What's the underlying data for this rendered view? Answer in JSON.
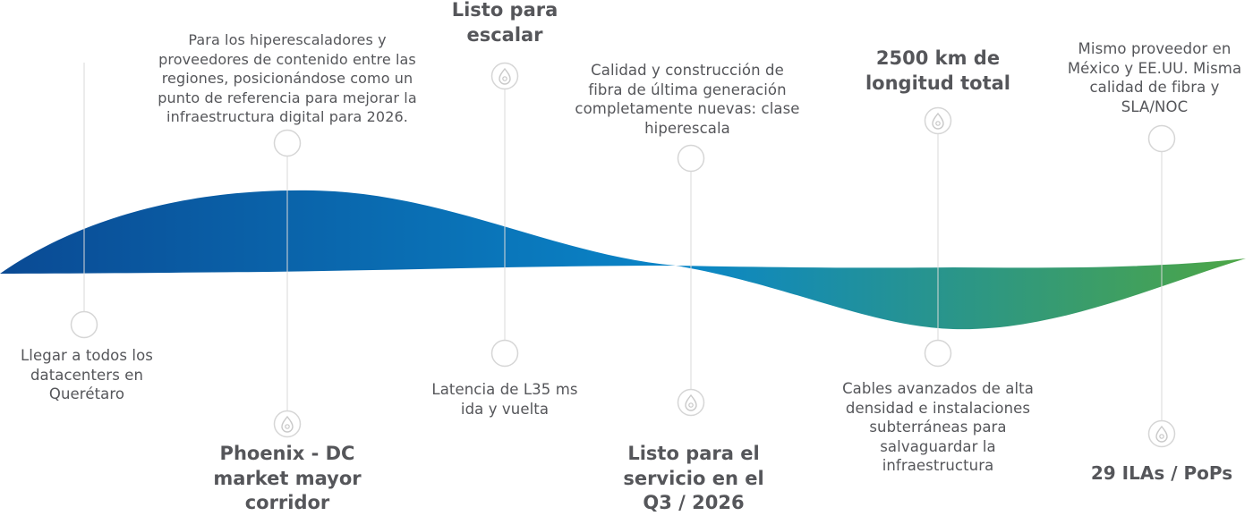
{
  "colors": {
    "wave_start": "#0a4a94",
    "wave_mid": "#0a86c8",
    "wave_end": "#4da645",
    "text": "#55565a",
    "marker_ring": "#d6d6d6",
    "guide_line": "#d9d9d9"
  },
  "milestones": [
    {
      "id": "queretaro",
      "text": "Llegar a todos los\ndatacenters en\nQuerétaro",
      "icon": "circle"
    },
    {
      "id": "phoenix",
      "text": "Phoenix - DC\nmarket mayor\ncorridor",
      "icon": "drop-icon"
    },
    {
      "id": "hyperscalers",
      "text": "Para los hiperescaladores y\nproveedores de contenido entre las\nregiones, posicionándose como un\npunto de referencia para mejorar la\ninfraestructura digital para 2026.",
      "icon": "circle"
    },
    {
      "id": "ready-scale",
      "text": "Listo para\nescalar",
      "icon": "drop-icon"
    },
    {
      "id": "latency",
      "text": "Latencia de L35 ms\nida y vuelta",
      "icon": "circle"
    },
    {
      "id": "quality",
      "text": "Calidad y construcción de\nfibra de última generación\ncompletamente nuevas: clase\nhiperescala",
      "icon": "circle"
    },
    {
      "id": "ready-service",
      "text": "Listo para el\nservicio en el\nQ3 / 2026",
      "icon": "drop-icon"
    },
    {
      "id": "length",
      "text": "2500 km de\nlongitud total",
      "icon": "drop-icon"
    },
    {
      "id": "cables",
      "text": "Cables avanzados de alta\ndensidad e instalaciones\nsubterráneas para\nsalvaguardar la\ninfraestructura",
      "icon": "circle"
    },
    {
      "id": "provider",
      "text": "Mismo proveedor en\nMéxico y EE.UU. Misma\ncalidad de fibra y\nSLA/NOC",
      "icon": "circle"
    },
    {
      "id": "ilas",
      "text": "29 ILAs / PoPs",
      "icon": "drop-icon"
    }
  ]
}
